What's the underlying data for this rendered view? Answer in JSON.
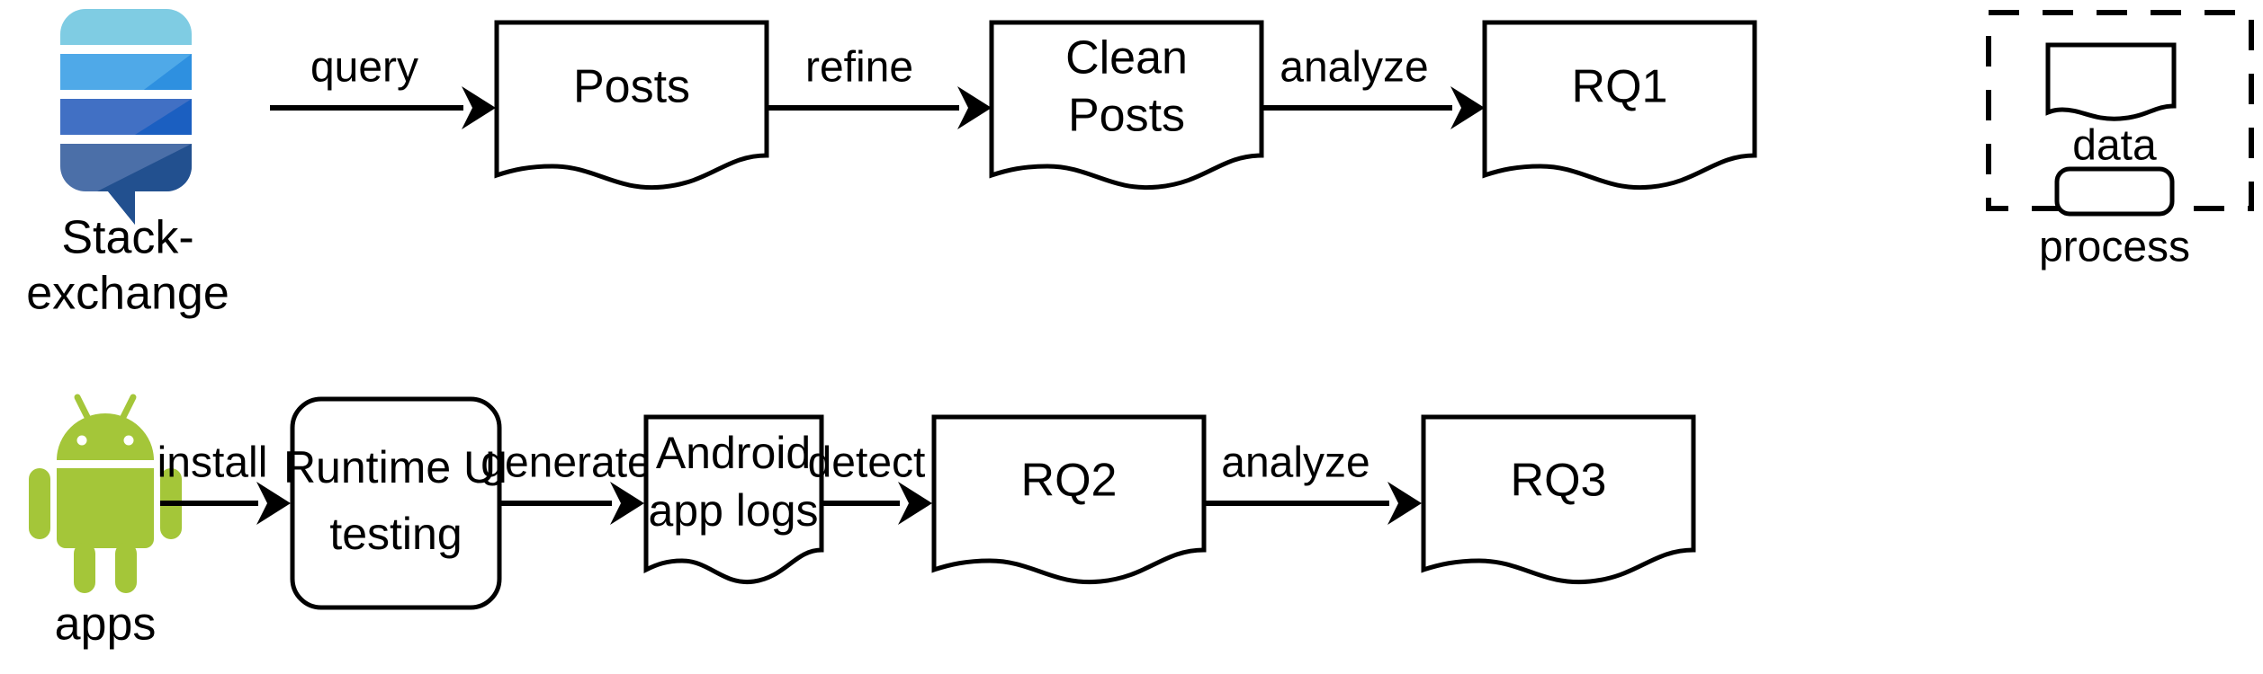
{
  "figure": {
    "kind": "data-process-flow-diagram",
    "background_color": "#ffffff",
    "stroke_color": "#000000"
  },
  "sources": {
    "stackexchange": {
      "icon_name": "stackexchange-logo",
      "label_line1": "Stack-",
      "label_line2": "exchange",
      "colors": {
        "band1": "#7FCCE3",
        "band2": "#4FA9E8",
        "band2_dark": "#2E90E0",
        "band3": "#4170C4",
        "band3_dark": "#1B5FC1",
        "band4": "#4B6FA8",
        "band4_dark": "#22508F"
      }
    },
    "android": {
      "icon_name": "android-robot-logo",
      "label": "apps",
      "colors": {
        "body": "#A4C639",
        "limb": "#A4C639",
        "eye": "#ffffff"
      }
    }
  },
  "rows": {
    "top": {
      "nodes": [
        {
          "id": "posts",
          "label": "Posts",
          "shape": "data"
        },
        {
          "id": "clean-posts",
          "label_line1": "Clean",
          "label_line2": "Posts",
          "shape": "data"
        },
        {
          "id": "rq1",
          "label": "RQ1",
          "shape": "data"
        }
      ],
      "edges": [
        {
          "id": "query",
          "label": "query"
        },
        {
          "id": "refine",
          "label": "refine"
        },
        {
          "id": "analyze-1",
          "label": "analyze"
        }
      ]
    },
    "bottom": {
      "nodes": [
        {
          "id": "runtime-ui-testing",
          "label_line1": "Runtime UI",
          "label_line2": "testing",
          "shape": "process"
        },
        {
          "id": "android-app-logs",
          "label_line1": "Android",
          "label_line2": "app logs",
          "shape": "data"
        },
        {
          "id": "rq2",
          "label": "RQ2",
          "shape": "data"
        },
        {
          "id": "rq3",
          "label": "RQ3",
          "shape": "data"
        }
      ],
      "edges": [
        {
          "id": "install",
          "label": "install"
        },
        {
          "id": "generate",
          "label": "generate"
        },
        {
          "id": "detect",
          "label": "detect"
        },
        {
          "id": "analyze-2",
          "label": "analyze"
        }
      ]
    }
  },
  "legend": {
    "items": [
      {
        "id": "data",
        "label": "data",
        "shape": "data"
      },
      {
        "id": "process",
        "label": "process",
        "shape": "process"
      }
    ]
  }
}
